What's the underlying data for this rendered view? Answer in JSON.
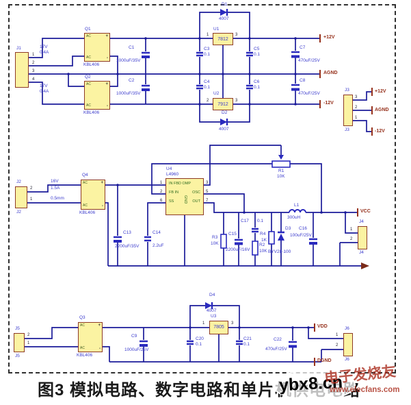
{
  "caption": "图3 模拟电路、数字电路和单片机供电电路",
  "watermark": {
    "site": "ybx8.cn",
    "brand": "电子发烧友",
    "url": "www.elecfans.com"
  },
  "sym": {
    "ac": "AC",
    "plus": "+",
    "minus": "-"
  },
  "colors": {
    "wire": "#1b1b99",
    "symbol": "#2a2abe",
    "component_fill": "#fbf3a2",
    "component_border": "#8d3a26",
    "net_label": "#96311c",
    "ref_label": "#3b3bcd"
  },
  "top": {
    "j1": {
      "ref": "J1",
      "pins": [
        "1",
        "2",
        "3",
        "4"
      ]
    },
    "rating1v": "17V",
    "rating1a": "0.4A",
    "rating2v": "17V",
    "rating2a": "0.4A",
    "q1": {
      "ref": "Q1",
      "part": "KBL406"
    },
    "q2": {
      "ref": "Q2",
      "part": "KBL406"
    },
    "c1": {
      "ref": "C1",
      "val": "1000uF/35V"
    },
    "c2": {
      "ref": "C2",
      "val": "1000uF/35V"
    },
    "d1": {
      "ref": "D1",
      "val": "4007"
    },
    "d2": {
      "ref": "D2",
      "val": "4007"
    },
    "u1": {
      "ref": "U1",
      "part": "7812",
      "pin_in": "1",
      "pin_out": "3"
    },
    "u2": {
      "ref": "U2",
      "part": "7912",
      "pin_in": "2",
      "pin_out": "3"
    },
    "c3": {
      "ref": "C3",
      "val": "0.1"
    },
    "c4": {
      "ref": "C4",
      "val": "0.1"
    },
    "c5": {
      "ref": "C5",
      "val": "0.1"
    },
    "c6": {
      "ref": "C6",
      "val": "0.1"
    },
    "c7": {
      "ref": "C7",
      "val": "470uF/25V"
    },
    "c8": {
      "ref": "C8",
      "val": "470uF/25V"
    },
    "net_pos": "+12V",
    "net_gnd": "AGND",
    "net_neg": "-12V",
    "j3": {
      "ref": "J3",
      "pins": [
        "3",
        "2",
        "1"
      ],
      "nets": [
        "+12V",
        "AGND",
        "-12V"
      ]
    }
  },
  "mid": {
    "j2": {
      "ref": "J2",
      "pins": [
        "2",
        "1"
      ],
      "labels": [
        "16V",
        "1.5A",
        "0.5mm"
      ]
    },
    "q4": {
      "ref": "Q4",
      "part": "KBL406"
    },
    "c13": {
      "ref": "C13",
      "val": "2200uF/35V"
    },
    "c14": {
      "ref": "C14",
      "val": "2.2uF"
    },
    "u4": {
      "ref": "U4",
      "part": "L4960",
      "pins_left": [
        "1",
        "2",
        "6"
      ],
      "pins_right": [
        "3",
        "5",
        "7"
      ],
      "row1": "IN FBD OMP",
      "row2l": "FB IN",
      "row2r": "OSC",
      "row3l": "SS",
      "row3r": "OUT",
      "gnd": "GND"
    },
    "r1": {
      "ref": "R1",
      "val": "10K"
    },
    "r3": {
      "ref": "R3",
      "val": "10K"
    },
    "c15": {
      "ref": "C15",
      "val": "2200uF/16V"
    },
    "c17": {
      "ref": "C17",
      "val": "0.1"
    },
    "r2": {
      "ref": "R2",
      "val": "10K"
    },
    "r4": {
      "ref": "R4",
      "val": "1K"
    },
    "d3": {
      "ref": "D3",
      "val": "BYV28-100"
    },
    "l1": {
      "ref": "L1",
      "val": "300uH"
    },
    "c16": {
      "ref": "C16",
      "val": "100uF/25V"
    },
    "net_vcc": "VCC",
    "j4": {
      "ref": "J4",
      "pins": [
        "1",
        "2"
      ]
    }
  },
  "bot": {
    "j5": {
      "ref": "J5",
      "pins": [
        "2",
        "1"
      ]
    },
    "q3": {
      "ref": "Q3",
      "part": "KBL406"
    },
    "c9": {
      "ref": "C9",
      "val": "1000uF/25V"
    },
    "d4": {
      "ref": "D4",
      "val": "4007"
    },
    "u3": {
      "ref": "U3",
      "part": "7805",
      "pin_in": "1",
      "pin_out": "3"
    },
    "c20": {
      "ref": "C20",
      "val": "0.1"
    },
    "c21": {
      "ref": "C21",
      "val": "0.1"
    },
    "c22": {
      "ref": "C22",
      "val": "470uF/25V"
    },
    "net_vdd": "VDD",
    "net_dgnd": "DGND",
    "j6": {
      "ref": "J6",
      "pins": [
        "1",
        "2"
      ]
    }
  }
}
